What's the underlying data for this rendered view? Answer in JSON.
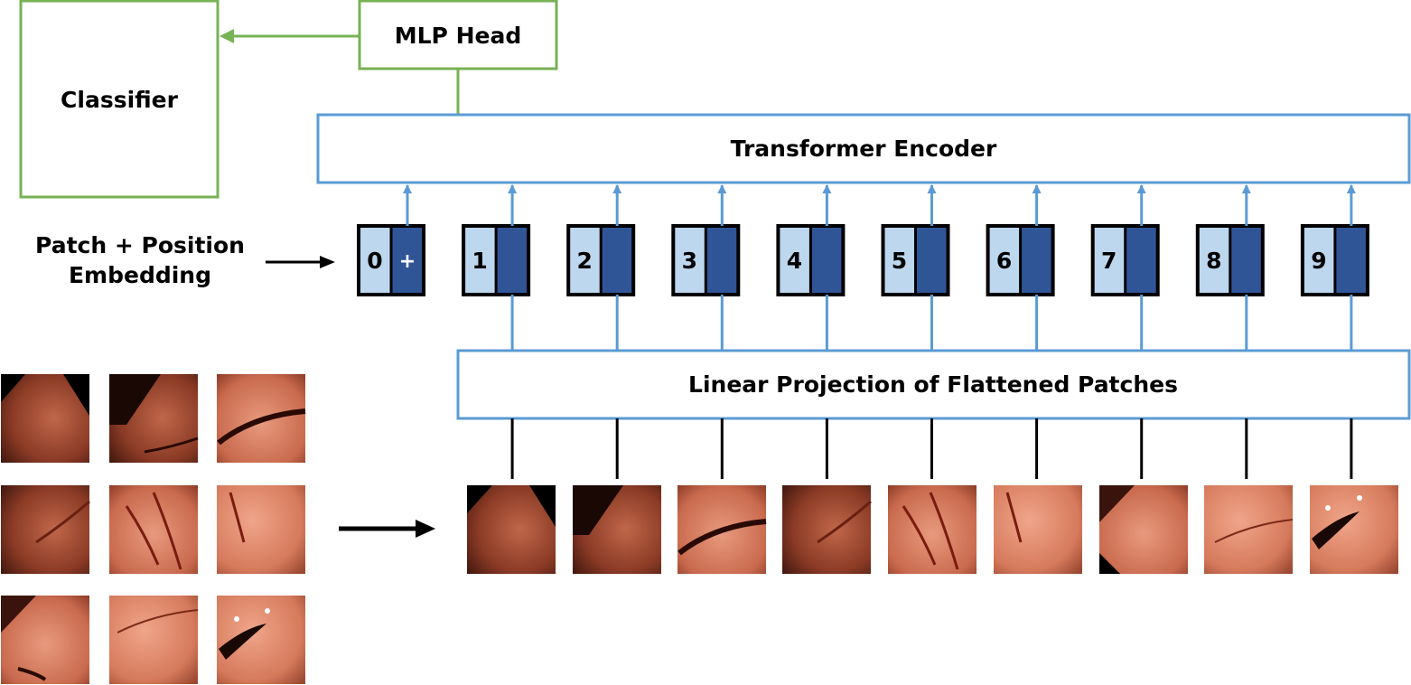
{
  "classifier": {
    "label": "Classifier"
  },
  "mlp_head": {
    "label": "MLP Head"
  },
  "transformer_encoder": {
    "label": "Transformer Encoder"
  },
  "embedding_label": {
    "line1": "Patch + Position",
    "line2": "Embedding"
  },
  "linear_projection": {
    "label": "Linear Projection of Flattened Patches"
  },
  "tokens": [
    {
      "position": "0",
      "embed": "+"
    },
    {
      "position": "1",
      "embed": ""
    },
    {
      "position": "2",
      "embed": ""
    },
    {
      "position": "3",
      "embed": ""
    },
    {
      "position": "4",
      "embed": ""
    },
    {
      "position": "5",
      "embed": ""
    },
    {
      "position": "6",
      "embed": ""
    },
    {
      "position": "7",
      "embed": ""
    },
    {
      "position": "8",
      "embed": ""
    },
    {
      "position": "9",
      "embed": ""
    }
  ],
  "colors": {
    "green": "#77b255",
    "blue": "#5b9bd5",
    "token_light": "#bdd7ee",
    "token_dark": "#2f5597",
    "black": "#000000"
  }
}
